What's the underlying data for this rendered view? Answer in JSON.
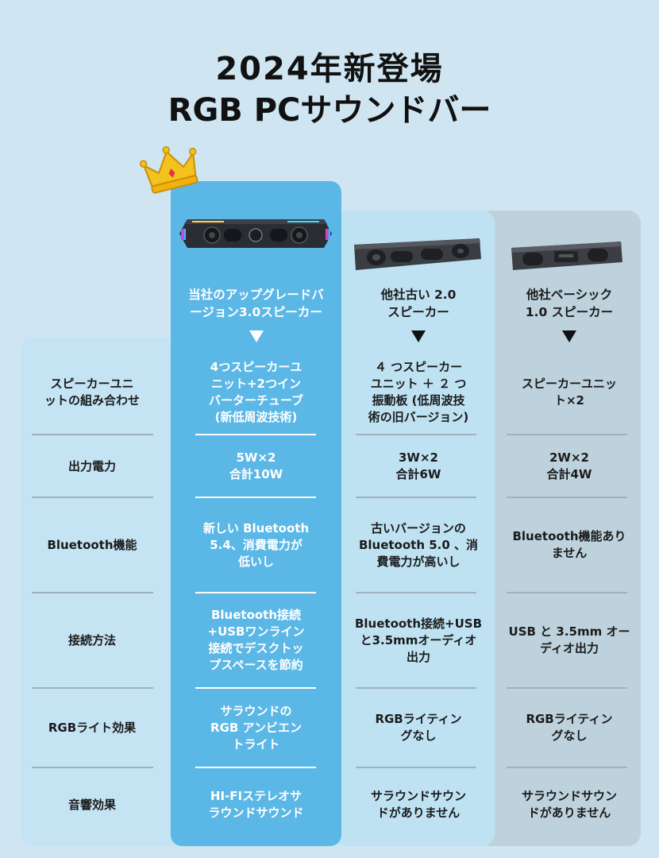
{
  "title": {
    "line1": "2024年新登場",
    "line2": "RGB PCサウンドバー"
  },
  "columns": [
    {
      "header": "当社のアップグレードバージョン3.0スピーカー",
      "header_lines": [
        "当社のアップグレードバ",
        "ージョン3.0スピーカー"
      ],
      "highlight": true
    },
    {
      "header": "他社古い 2.0 スピーカー",
      "header_lines": [
        "他社古い 2.0",
        "スピーカー"
      ],
      "highlight": false
    },
    {
      "header": "他社ベーシック 1.0 スピーカー",
      "header_lines": [
        "他社ベーシック",
        "1.0 スピーカー"
      ],
      "highlight": false
    }
  ],
  "rows": [
    {
      "label": [
        "スピーカーユニ",
        "ットの組み合わせ"
      ],
      "c1": [
        "4つスピーカーユ",
        "ニット+2つイン",
        "バーターチューブ",
        "(新低周波技術)"
      ],
      "c2": [
        "４ つスピーカー",
        "ユニット ＋ ２ つ",
        "振動板 (低周波技",
        "術の旧バージョン)"
      ],
      "c3": [
        "スピーカーユニッ",
        "ト×2"
      ]
    },
    {
      "label": [
        "出力電力"
      ],
      "c1": [
        "5W×2",
        "合計10W"
      ],
      "c2": [
        "3W×2",
        "合計6W"
      ],
      "c3": [
        "2W×2",
        "合計4W"
      ]
    },
    {
      "label": [
        "Bluetooth機能"
      ],
      "c1": [
        "新しい Bluetooth",
        "5.4、消費電力が",
        "低いし"
      ],
      "c2": [
        "古いバージョンの",
        "Bluetooth 5.0 、消",
        "費電力が高いし"
      ],
      "c3": [
        "Bluetooth機能あり",
        "ません"
      ]
    },
    {
      "label": [
        "接続方法"
      ],
      "c1": [
        "Bluetooth接続",
        "+USBワンライン",
        "接続でデスクトッ",
        "プスペースを節約"
      ],
      "c2": [
        "Bluetooth接続+USB",
        "と3.5mmオーディオ",
        "出力"
      ],
      "c3": [
        "USB と 3.5mm オー",
        "ディオ出力"
      ]
    },
    {
      "label": [
        "RGBライト効果"
      ],
      "c1": [
        "サラウンドの",
        "RGB アンビエン",
        "トライト"
      ],
      "c2": [
        "RGBライティン",
        "グなし"
      ],
      "c3": [
        "RGBライティン",
        "グなし"
      ]
    },
    {
      "label": [
        "音響効果"
      ],
      "c1": [
        "HI-FIステレオサ",
        "ラウンドサウンド"
      ],
      "c2": [
        "サラウンドサウン",
        "ドがありません"
      ],
      "c3": [
        "サラウンドサウン",
        "ドがありません"
      ]
    }
  ],
  "colors": {
    "background": "#cfe6f2",
    "highlight_column": "#5bb7e5",
    "column2": "#bfe2f3",
    "column3": "#bdd2dc",
    "label_column": "#c4e3f3"
  }
}
